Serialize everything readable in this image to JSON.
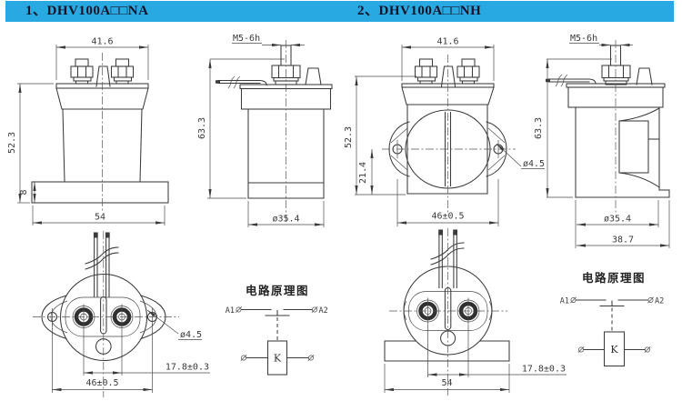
{
  "page": {
    "background": "#ffffff",
    "line_color": "#3b3b3b"
  },
  "header": {
    "bar_color": "#29a9e1",
    "text_color": "#141428",
    "sections": [
      {
        "label": "1、DHV100A□□NA"
      },
      {
        "label": "2、DHV100A□□NH"
      }
    ]
  },
  "views": {
    "na_front": {
      "dim_top_width": "41.6",
      "dim_height": "52.3",
      "dim_base_height": "8",
      "dim_base_width": "54"
    },
    "na_side": {
      "thread_callout": "M5-6h",
      "dim_height": "63.3",
      "dim_diameter": "ø35.4"
    },
    "nh_front": {
      "dim_top_width": "41.6",
      "dim_height": "52.3",
      "dim_hole_offset": "21.4",
      "dim_hole_spacing": "46±0.5",
      "dim_hole_diameter": "ø4.5"
    },
    "nh_side": {
      "thread_callout": "M5-6h",
      "dim_height": "63.3",
      "dim_diameter": "ø35.4",
      "dim_flange_width": "38.7"
    },
    "na_bottom": {
      "dim_hole_diameter": "ø4.5",
      "dim_terminal_spacing": "17.8±0.3",
      "dim_hole_spacing": "46±0.5"
    },
    "nh_bottom": {
      "dim_terminal_spacing": "17.8±0.3",
      "dim_base_width": "54"
    }
  },
  "circuit": {
    "title": "电路原理图",
    "terminal_a1": "A1",
    "terminal_a2": "A2",
    "coil_label": "K"
  }
}
